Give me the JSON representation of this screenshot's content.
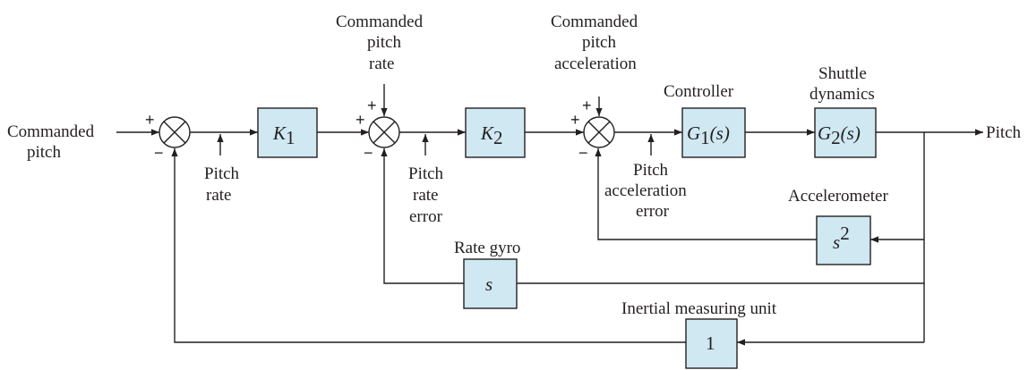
{
  "input": {
    "line1": "Commanded",
    "line2": "pitch"
  },
  "output": {
    "label": "Pitch"
  },
  "blocks": {
    "k1": {
      "main": "K",
      "sub": "1"
    },
    "k2": {
      "main": "K",
      "sub": "2"
    },
    "g1": {
      "main": "G",
      "sub": "1",
      "arg": "(s)"
    },
    "g2": {
      "main": "G",
      "sub": "2",
      "arg": "(s)"
    },
    "accel": {
      "main": "s",
      "sup": "2"
    },
    "gyro": {
      "main": "s"
    },
    "imu": {
      "main": "1"
    }
  },
  "labels": {
    "cmd_rate": [
      "Commanded",
      "pitch",
      "rate"
    ],
    "cmd_accel": [
      "Commanded",
      "pitch",
      "acceleration"
    ],
    "controller": "Controller",
    "shuttle": [
      "Shuttle",
      "dynamics"
    ],
    "pitch_rate": [
      "Pitch",
      "rate"
    ],
    "pitch_rate_error": [
      "Pitch",
      "rate",
      "error"
    ],
    "pitch_accel_error": [
      "Pitch",
      "acceleration",
      "error"
    ],
    "accelerometer": "Accelerometer",
    "rate_gyro": "Rate gyro",
    "imu": "Inertial measuring unit"
  },
  "signs": {
    "plus": "+",
    "minus": "−"
  }
}
